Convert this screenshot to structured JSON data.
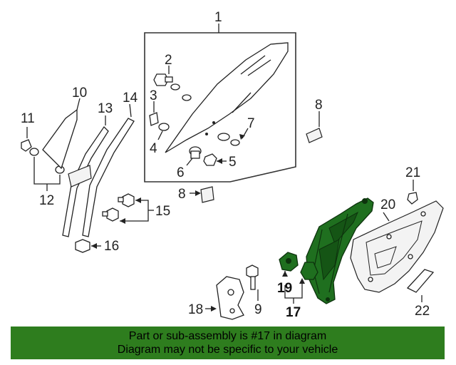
{
  "callouts": {
    "c1": "1",
    "c2": "2",
    "c3": "3",
    "c4": "4",
    "c5": "5",
    "c6": "6",
    "c7": "7",
    "c8a": "8",
    "c8b": "8",
    "c9": "9",
    "c10": "10",
    "c11": "11",
    "c12": "12",
    "c13": "13",
    "c14": "14",
    "c15": "15",
    "c16": "16",
    "c17": "17",
    "c18": "18",
    "c19": "19",
    "c20": "20",
    "c21": "21",
    "c22": "22"
  },
  "highlighted_part": "17",
  "colors": {
    "highlight": "#1f6f1f",
    "banner": "#2e7d1e"
  },
  "banner": {
    "line1": "Part or sub-assembly is #17 in diagram",
    "line2": "Diagram may not be specific to your vehicle"
  }
}
